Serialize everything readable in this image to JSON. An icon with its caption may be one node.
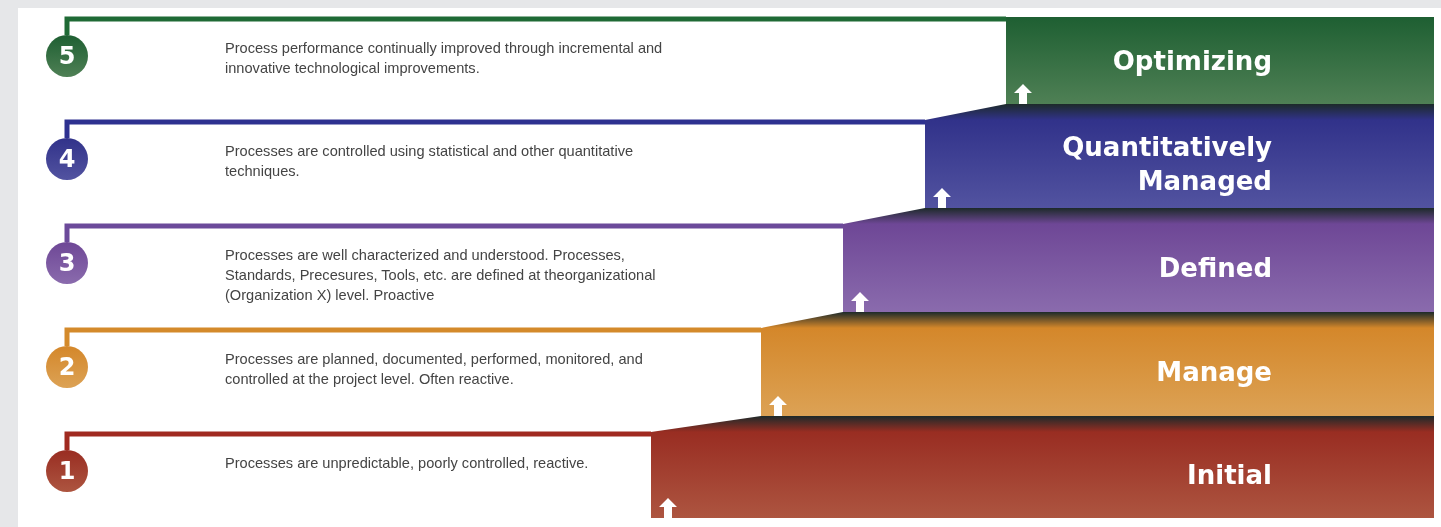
{
  "diagram": {
    "nodes": [
      {
        "text": [
          "5"
        ]
      },
      {
        "text": [
          "Optimizing"
        ]
      },
      {
        "text": [
          "4"
        ]
      },
      {
        "text": [
          "Quantitatively Managed"
        ]
      },
      {
        "text": [
          "3"
        ]
      },
      {
        "text": [
          "Defined"
        ]
      },
      {
        "text": [
          "2"
        ]
      },
      {
        "text": [
          "Manage"
        ]
      },
      {
        "text": [
          "1"
        ]
      },
      {
        "text": [
          "Initial"
        ]
      }
    ],
    "edges": [
      {
        "from": 0,
        "to": 1,
        "arrow": "none",
        "color": "#1f6a35"
      },
      {
        "from": 2,
        "to": 3,
        "arrow": "none",
        "color": "#2e3190"
      },
      {
        "from": 4,
        "to": 5,
        "arrow": "none",
        "color": "#6c4a9a"
      },
      {
        "from": 6,
        "to": 7,
        "arrow": "none",
        "color": "#d48a2b"
      },
      {
        "from": 8,
        "to": 9,
        "arrow": "none",
        "color": "#a02a20"
      }
    ],
    "labels": [
      "Process performance continually improved through incremental and innovative technological improvements.",
      "Processes are controlled using statistical and other quantitative techniques.",
      "Processes are well characterized and understood. Processes, Standards, Precesures, Tools, etc. are defined at theorganizational (Organization X) level. Proactive",
      "Processes are planned, documented, performed, monitored, and controlled at the project level. Often reactive.",
      "Processes are unpredictable, poorly controlled, reactive."
    ]
  }
}
